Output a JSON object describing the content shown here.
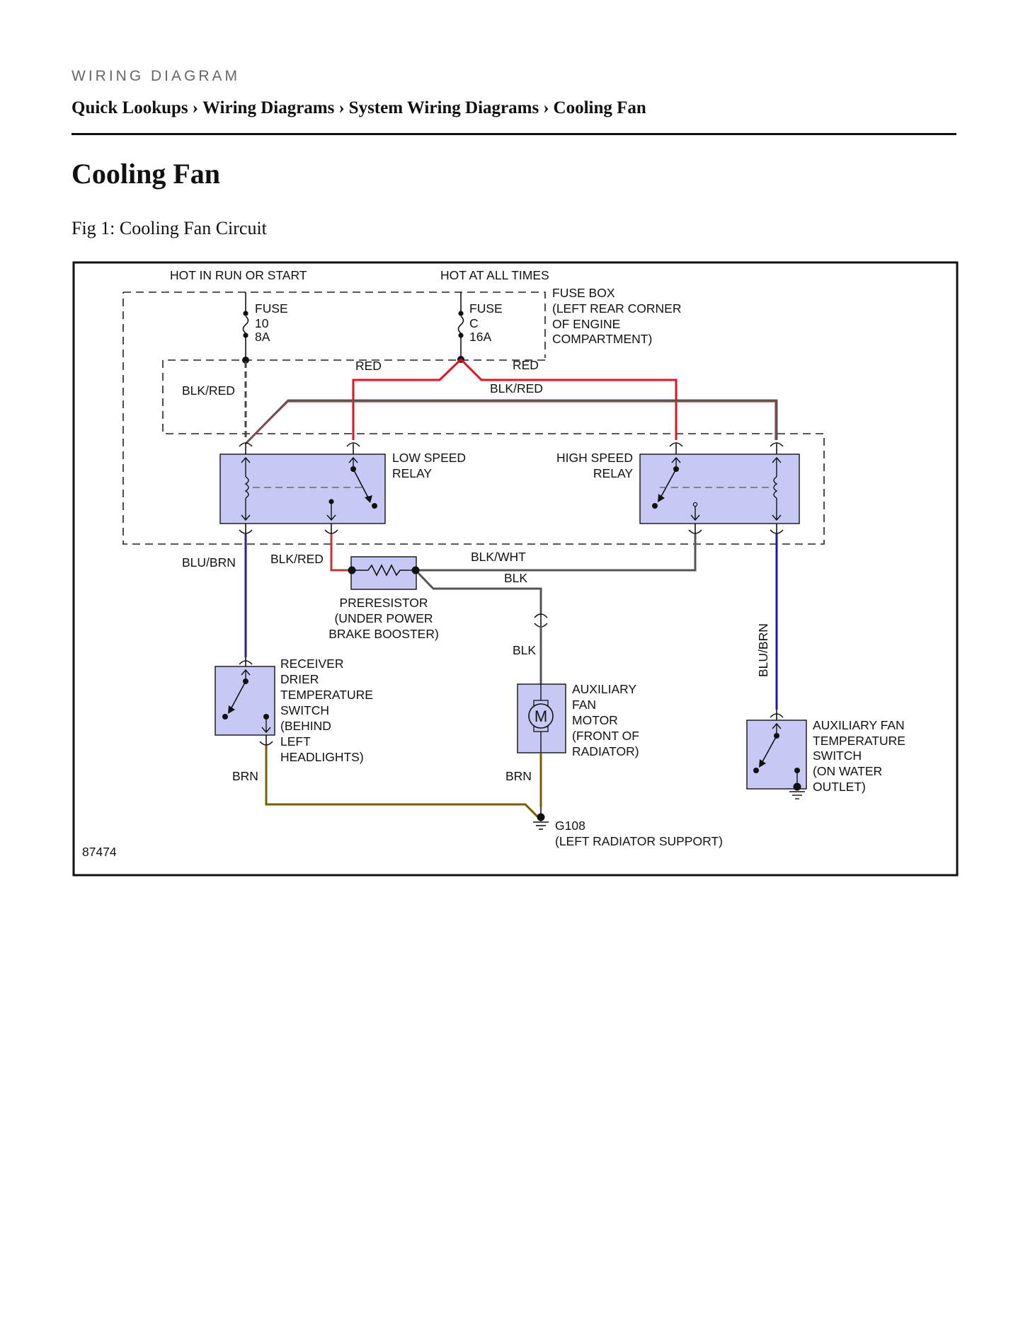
{
  "header": {
    "eyebrow": "WIRING DIAGRAM",
    "breadcrumb": [
      "Quick Lookups",
      "Wiring Diagrams",
      "System Wiring Diagrams",
      "Cooling Fan"
    ],
    "separator": "›"
  },
  "page_title": "Cooling Fan",
  "figure_caption": "Fig 1: Cooling Fan Circuit",
  "diagram": {
    "power_labels": {
      "run_start": "HOT IN RUN OR START",
      "all_times": "HOT AT ALL TIMES"
    },
    "fuse_10": {
      "l1": "FUSE",
      "l2": "10",
      "l3": "8A"
    },
    "fuse_c": {
      "l1": "FUSE",
      "l2": "C",
      "l3": "16A"
    },
    "fuse_box": [
      "FUSE BOX",
      "(LEFT REAR CORNER",
      "OF ENGINE",
      "COMPARTMENT)"
    ],
    "low_relay": [
      "LOW SPEED",
      "RELAY"
    ],
    "high_relay": [
      "HIGH SPEED",
      "RELAY"
    ],
    "preresistor": [
      "PRERESISTOR",
      "(UNDER POWER",
      "BRAKE BOOSTER)"
    ],
    "receiver_switch": [
      "RECEIVER",
      "DRIER",
      "TEMPERATURE",
      "SWITCH",
      "(BEHIND",
      "LEFT",
      "HEADLIGHTS)"
    ],
    "aux_motor": [
      "AUXILIARY",
      "FAN",
      "MOTOR",
      "(FRONT OF",
      "RADIATOR)"
    ],
    "motor_symbol": "M",
    "aux_switch": [
      "AUXILIARY FAN",
      "TEMPERATURE",
      "SWITCH",
      "(ON WATER",
      "OUTLET)"
    ],
    "ground": [
      "G108",
      "(LEFT RADIATOR SUPPORT)"
    ],
    "figure_number": "87474",
    "wires": {
      "red_left": "RED",
      "red_right": "RED",
      "blk_red_top": "BLK/RED",
      "blk_red_left": "BLK/RED",
      "blk_red_lower": "BLK/RED",
      "blu_brn_left": "BLU/BRN",
      "blu_brn_right": "BLU/BRN",
      "blk_wht": "BLK/WHT",
      "blk_upper": "BLK",
      "blk_lower": "BLK",
      "brn_left": "BRN",
      "brn_right": "BRN"
    },
    "colors": {
      "red": "#e0141c",
      "blk_red": "#b83a3a",
      "gray": "#555555",
      "blue": "#1a1aa6",
      "brown": "#7a5c00",
      "component_fill": "#c8c8f5"
    }
  }
}
